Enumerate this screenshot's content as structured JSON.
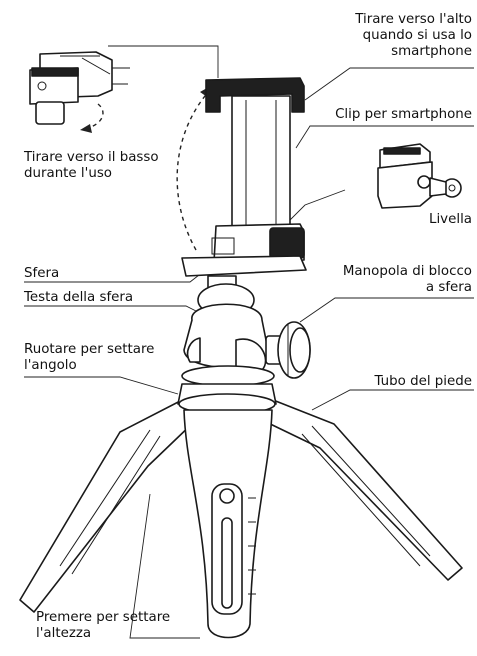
{
  "labels": {
    "pull_up": [
      "Tirare verso l'alto",
      "quando si usa lo",
      "smartphone"
    ],
    "clip": [
      "Clip per smartphone"
    ],
    "pull_down": [
      "Tirare verso il basso",
      "durante l'uso"
    ],
    "level": [
      "Livella"
    ],
    "sphere": [
      "Sfera"
    ],
    "sphere_head": [
      "Testa della sfera"
    ],
    "ball_lock_knob": [
      "Manopola di blocco",
      "a sfera"
    ],
    "rotate_angle": [
      "Ruotare per settare",
      "l'angolo"
    ],
    "leg_tube": [
      "Tubo del piede"
    ],
    "press_height": [
      "Premere per settare",
      "l'altezza"
    ]
  }
}
